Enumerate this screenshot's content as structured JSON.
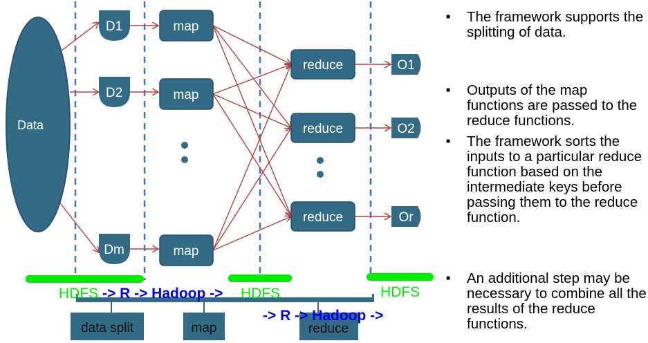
{
  "diagram": {
    "data_label": "Data",
    "splits": [
      "D1",
      "D2",
      "Dm"
    ],
    "map_label": "map",
    "reduce_label": "reduce",
    "outputs": [
      "O1",
      "O2",
      "Or"
    ],
    "stages": [
      "data split",
      "map",
      "reduce"
    ],
    "hdfs": "HDFS",
    "flow1": "-> R -> Hadoop ->",
    "flow2": "-> R -> Hadoop ->",
    "colors": {
      "node": "#336b87",
      "edge": "#b5413c",
      "divider": "#4472c4",
      "hdfs": "#00ee00",
      "flow": "#0000ee"
    }
  },
  "bullets": [
    "The framework supports the splitting of data.",
    "Outputs of the map functions are passed to the reduce functions.",
    "The framework sorts the inputs to a particular reduce function based on the intermediate keys before passing them to the reduce function.",
    "An additional step may be necessary to combine all the results of the reduce functions."
  ]
}
